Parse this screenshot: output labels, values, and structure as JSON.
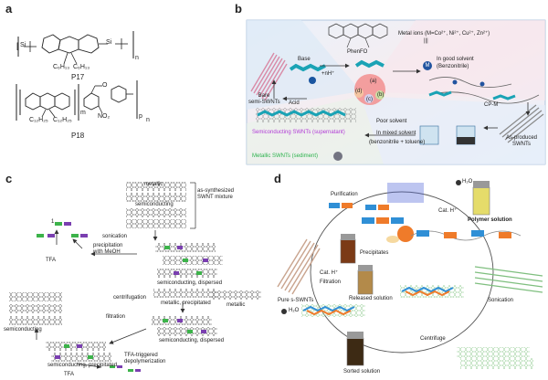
{
  "panels": {
    "a": {
      "label": "a",
      "p17": {
        "name": "P17",
        "si_left": "Si",
        "si_right": "Si",
        "sub_left": "C₆H₁₃",
        "sub_right": "C₆H₁₃",
        "repeat": "n"
      },
      "p18": {
        "name": "P18",
        "chain_left": "C₁₂H₂₅",
        "chain_right": "C₁₂H₂₅",
        "no2": "NO₂",
        "oxygen": "O",
        "repeat_m": "m",
        "repeat_p": "p",
        "repeat_n": "n"
      }
    },
    "b": {
      "label": "b",
      "phenfo": "PhenFO",
      "base": "Base",
      "acid": "Acid",
      "nh": "+nH⁺",
      "metal_ions": "Metal ions (M=Co²⁺, Ni²⁺, Cu²⁺, Zn²⁺)",
      "good_solvent": "In good solvent",
      "benzonitrile": "(Benzonitrile)",
      "bare": "Bare\nsemi-SWNTs",
      "cpm": "CP-M",
      "as_produced": "As-produced\nSWNTs",
      "poor_solvent": "Poor solvent",
      "mixed_solvent": "In mixed solvent",
      "mixed_detail": "(benzonitrile + toluene)",
      "semi": "Semiconducting SWNTs (supernatant)",
      "metallic": "Metallic SWNTs (sediment)",
      "steps": [
        "(a)",
        "(b)",
        "(c)",
        "(d)"
      ],
      "m_badge": "M",
      "triple": "|||"
    },
    "c": {
      "label": "c",
      "metallic_top": "metallic",
      "semiconducting_top": "semiconducting",
      "mixture": "as-synthesized\nSWNT mixture",
      "one": "1",
      "sonication": "sonication",
      "precip": "precipitation\nwith MeOH",
      "tfa1": "TFA",
      "semi_disp": "semiconducting, dispersed",
      "metal_precip": "metallic, precipitated",
      "centrifugation": "centrifugation",
      "metallic_right": "metallic",
      "semiconducting_left": "semiconducting",
      "filtration": "filtration",
      "semi_disp2": "semiconducting, dispersed",
      "semi_precip": "semiconducting, precipitated",
      "tfa_trig": "TFA-triggered\ndepolymerization",
      "tfa2": "TFA"
    },
    "d": {
      "label": "d",
      "purification": "Purification",
      "h2o_top": "H₂O",
      "polymer_solution": "Polymer solution",
      "cat_h_top": "Cat. H⁺",
      "sonication": "Sonication",
      "centrifuge": "Centrifuge",
      "sorted_solution": "Sorted solution",
      "released_solution": "Released solution",
      "precipitates": "Precipitates",
      "cat_h_left": "Cat. H⁺",
      "filtration": "Filtration",
      "pure": "Pure s-SWNTs",
      "h2o_left": "H₂O"
    }
  },
  "colors": {
    "blue_unit": "#2f8fd6",
    "orange_unit": "#ef7b2a",
    "green_unit": "#3cb34a",
    "purple_unit": "#7a3fb0",
    "semi_text": "#b13ad6",
    "metal_text": "#2bb24c"
  }
}
